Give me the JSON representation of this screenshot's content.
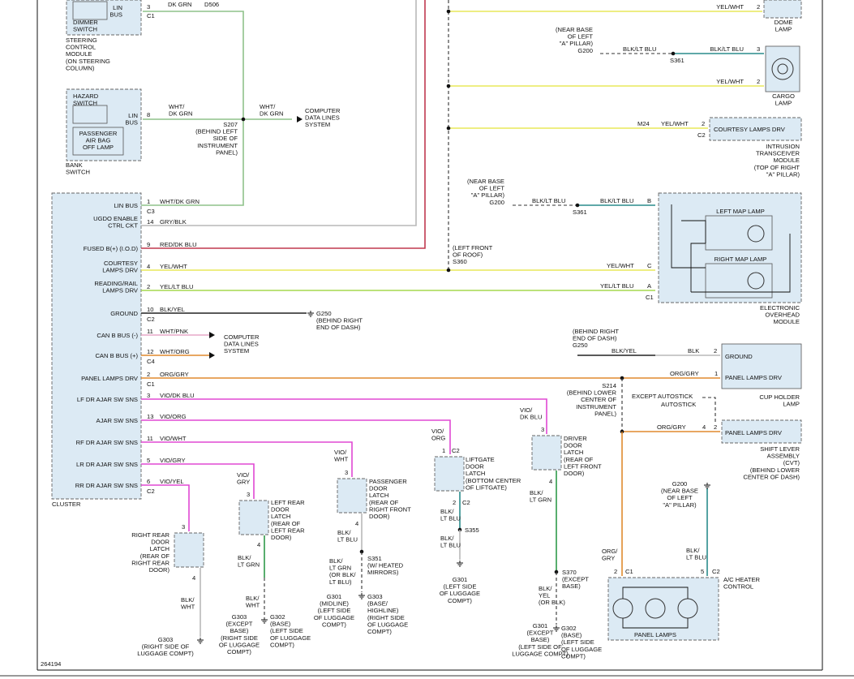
{
  "diagram_id": "264194",
  "colors": {
    "dk_grn": "#8fc28a",
    "gry": "#b9b9b9",
    "red": "#c0394f",
    "yellow": "#e8e85a",
    "lt_blu": "#2a8c8c",
    "yel_lt_blu": "#a6d84e",
    "blk": "#222222",
    "orange": "#e08a2e",
    "violet": "#e048d4",
    "pink": "#e7a8c8",
    "green": "#2e9a4a"
  },
  "dimmer": {
    "name": "DIMMER\nSWITCH",
    "lin": "LIN\nBUS",
    "pin": "3",
    "wire": "DK GRN",
    "circuit": "D506",
    "conn": "C1",
    "module": "STEERING\nCONTROL\nMODULE\n(ON STEERING\nCOLUMN)"
  },
  "hazard": {
    "name": "HAZARD\nSWITCH",
    "lin": "LIN\nBUS",
    "pin": "8",
    "wire": "WHT/\nDK GRN",
    "airbag": "PASSENGER\nAIR BAG\nOFF LAMP",
    "module": "BANK\nSWITCH"
  },
  "s207": {
    "label": "S207\n(BEHIND LEFT\nSIDE OF\nINSTRUMENT\nPANEL)",
    "wire": "WHT/\nDK GRN",
    "dest": "COMPUTER\nDATA LINES\nSYSTEM"
  },
  "cluster": {
    "name": "CLUSTER",
    "pins": [
      {
        "label": "LIN BUS",
        "pin": "1",
        "wire": "WHT/DK GRN",
        "conn": "C3"
      },
      {
        "label": "UGDO ENABLE\nCTRL CKT",
        "pin": "14",
        "wire": "GRY/BLK"
      },
      {
        "label": "FUSED B(+) (I.O.D)",
        "pin": "9",
        "wire": "RED/DK BLU"
      },
      {
        "label": "COURTESY\nLAMPS DRV",
        "pin": "4",
        "wire": "YEL/WHT"
      },
      {
        "label": "READING/RAIL\nLAMPS DRV",
        "pin": "2",
        "wire": "YEL/LT BLU"
      },
      {
        "label": "GROUND",
        "pin": "10",
        "wire": "BLK/YEL",
        "conn": "C2"
      },
      {
        "label": "CAN B BUS (-)",
        "pin": "11",
        "wire": "WHT/PNK"
      },
      {
        "label": "CAN B BUS (+)",
        "pin": "12",
        "wire": "WHT/ORG",
        "conn": "C4"
      },
      {
        "label": "PANEL LAMPS DRV",
        "pin": "2",
        "wire": "ORG/GRY",
        "conn": "C1"
      },
      {
        "label": "LF DR AJAR SW SNS",
        "pin": "3",
        "wire": "VIO/DK BLU"
      },
      {
        "label": "AJAR SW SNS",
        "pin": "13",
        "wire": "VIO/ORG"
      },
      {
        "label": "RF DR AJAR SW SNS",
        "pin": "11",
        "wire": "VIO/WHT"
      },
      {
        "label": "LR DR AJAR SW SNS",
        "pin": "5",
        "wire": "VIO/GRY"
      },
      {
        "label": "RR DR AJAR SW SNS",
        "pin": "6",
        "wire": "VIO/YEL",
        "conn": "C2"
      }
    ]
  },
  "g250": {
    "label": "G250\n(BEHIND RIGHT\nEND OF DASH)"
  },
  "can_dest": "COMPUTER\nDATA LINES\nSYSTEM",
  "s360": {
    "label": "(LEFT FRONT\nOF ROOF)\nS360"
  },
  "dome": {
    "pin": "2",
    "wire": "YEL/WHT",
    "name": "DOME\nLAMP"
  },
  "g200a": {
    "label": "(NEAR BASE\nOF LEFT\n\"A\" PILLAR)\nG200",
    "wire": "BLK/LT BLU",
    "splice": "S361"
  },
  "cargo": {
    "pin1": "3",
    "wire1": "BLK/LT BLU",
    "pin2": "2",
    "wire2": "YEL/WHT",
    "name": "CARGO\nLAMP"
  },
  "intrusion": {
    "circuit": "M24",
    "wire": "YEL/WHT",
    "pin": "2",
    "conn": "C2",
    "label": "COURTESY LAMPS DRV",
    "module": "INTRUSION\nTRANSCEIVER\nMODULE\n(TOP OF RIGHT\n\"A\" PILLAR)"
  },
  "g200b": {
    "label": "(NEAR BASE\nOF LEFT\n\"A\" PILLAR)\nG200",
    "wire": "BLK/LT BLU",
    "splice": "S361"
  },
  "overhead": {
    "left": "LEFT MAP LAMP",
    "right": "RIGHT MAP LAMP",
    "pinB": "B",
    "pinC": "C",
    "pinA": "A",
    "conn": "C1",
    "wireB": "BLK/LT BLU",
    "wireC": "YEL/WHT",
    "wireA": "YEL/LT BLU",
    "name": "ELECTRONIC\nOVERHEAD\nMODULE"
  },
  "g250b": {
    "label": "(BEHIND RIGHT\nEND OF DASH)\nG250",
    "wire": "BLK/YEL",
    "wire2": "BLK",
    "pin": "2",
    "term": "GROUND"
  },
  "cupholder": {
    "wire": "ORG/GRY",
    "pin": "1",
    "term": "PANEL LAMPS DRV",
    "name": "CUP HOLDER\nLAMP"
  },
  "s214": {
    "label": "S214\n(BEHIND LOWER\nCENTER OF\nINSTRUMENT\nPANEL)"
  },
  "shift": {
    "opt1": "EXCEPT AUTOSTICK",
    "opt2": "AUTOSTICK",
    "wire": "ORG/GRY",
    "pin4": "4",
    "pin2": "2",
    "term": "PANEL LAMPS DRV",
    "name": "SHIFT LEVER\nASSEMBLY\n(CVT)\n(BEHIND LOWER\nCENTER OF DASH)"
  },
  "g200c": {
    "label": "G200\n(NEAR BASE\nOF LEFT\n\"A\" PILLAR)",
    "wire": "BLK/\nLT BLU"
  },
  "panel": {
    "wire": "ORG/\nGRY",
    "pin2": "2",
    "c1": "C1",
    "pin5": "5",
    "c2": "C2",
    "name": "PANEL LAMPS",
    "ctrl": "A/C HEATER\nCONTROL"
  },
  "rr": {
    "pin3": "3",
    "pin4": "4",
    "label": "RIGHT REAR\nDOOR\nLATCH\n(REAR OF\nRIGHT REAR\nDOOR)",
    "wire": "BLK/\nWHT",
    "g": "G303\n(RIGHT SIDE OF\nLUGGAGE COMPT)"
  },
  "lr": {
    "wire_in": "VIO/\nGRY",
    "pin3": "3",
    "pin4": "4",
    "label": "LEFT REAR\nDOOR\nLATCH\n(REAR OF\nLEFT REAR\nDOOR)",
    "wire": "BLK/\nLT GRN",
    "wire2": "BLK/\nWHT",
    "g1": "G303\n(EXCEPT\nBASE)\n(RIGHT SIDE\nOF LUGGAGE\nCOMPT)",
    "g2": "G302\n(BASE)\n(LEFT SIDE\nOF LUGGAGE\nCOMPT)"
  },
  "pass": {
    "wire_in": "VIO/\nWHT",
    "pin3": "3",
    "pin4": "4",
    "label": "PASSENGER\nDOOR\nLATCH\n(REAR OF\nRIGHT FRONT\nDOOR)",
    "wire": "BLK/\nLT BLU",
    "splice": "S351\n(W/ HEATED\nMIRRORS)",
    "wire2": "BLK/\nLT GRN\n(OR BLK/\nLT BLU)",
    "g1": "G301\n(MIDLINE)\n(LEFT SIDE\nOF LUGGAGE\nCOMPT)",
    "g2": "G303\n(BASE/\nHIGHLINE)\n(RIGHT SIDE\nOF LUGGAGE\nCOMPT)"
  },
  "lift": {
    "wire_in": "VIO/\nORG",
    "pin1": "1",
    "c2": "C2",
    "pin2": "2",
    "label": "LIFTGATE\nDOOR\nLATCH\n(BOTTOM CENTER\nOF LIFTGATE)",
    "wire": "BLK/\nLT BLU",
    "splice": "S355",
    "wire2": "BLK/\nLT BLU",
    "g": "G301\n(LEFT SIDE\nOF LUGGAGE\nCOMPT)"
  },
  "drv": {
    "wire_in": "VIO/\nDK BLU",
    "pin3": "3",
    "pin4": "4",
    "label": "DRIVER\nDOOR\nLATCH\n(REAR OF\nLEFT FRONT\nDOOR)",
    "wire": "BLK/\nLT GRN",
    "splice": "S370\n(EXCEPT\nBASE)",
    "wire2": "BLK/\nYEL\n(OR BLK)",
    "g1": "G301\n(EXCEPT\nBASE)\n(LEFT SIDE OF\nLUGGAGE COMPT)",
    "g2": "G302\n(BASE)\n(LEFT SIDE\nOF LUGGAGE\nCOMPT)"
  }
}
